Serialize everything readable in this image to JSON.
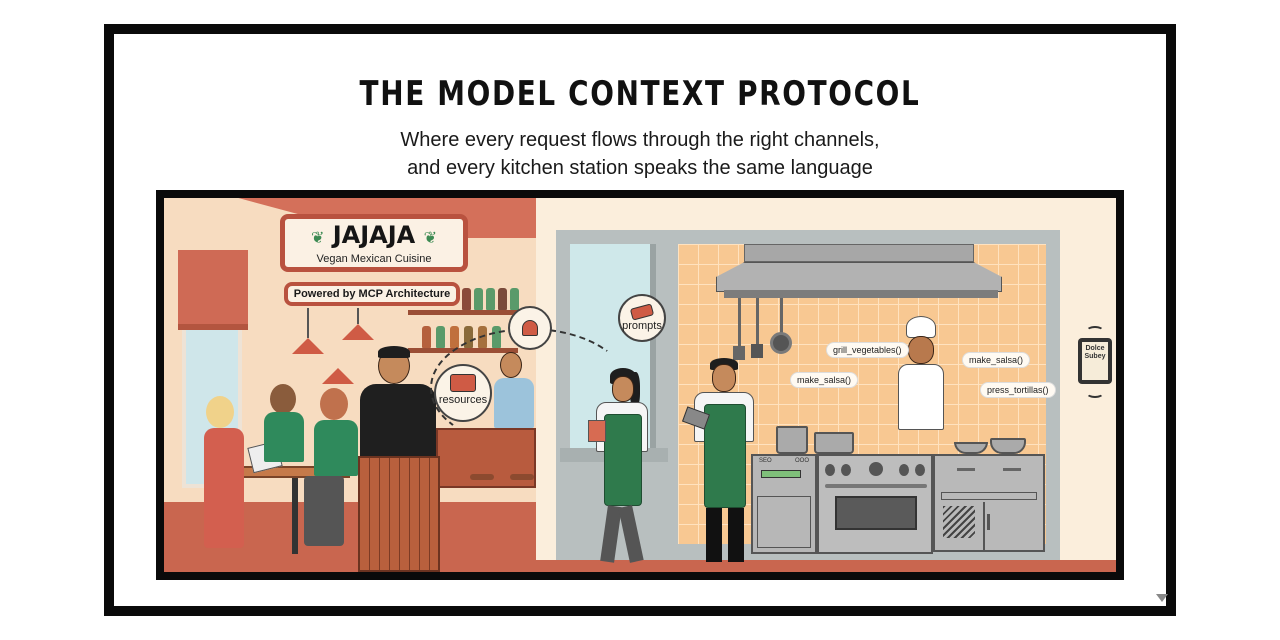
{
  "header": {
    "title": "THE MODEL CONTEXT PROTOCOL",
    "subtitle_line1": "Where every request flows through the right channels,",
    "subtitle_line2": "and every kitchen station speaks the same language"
  },
  "restaurant": {
    "sign_brand": "JAJAJA",
    "sign_tagline": "Vegan Mexican Cuisine",
    "sign_powered": "Powered by MCP Architecture",
    "leaf_glyph": "❦"
  },
  "callouts": [
    {
      "id": "resources",
      "label": "resources",
      "icon": "document-icon"
    },
    {
      "id": "tools",
      "label": "",
      "icon": "bell-icon"
    },
    {
      "id": "prompts",
      "label": "prompts",
      "icon": "ticket-icon"
    }
  ],
  "chef_bubbles": [
    {
      "label": "grill_vegetables()"
    },
    {
      "label": "make_salsa()"
    },
    {
      "label": "make_salsa()"
    },
    {
      "label": "press_tortillas()"
    }
  ],
  "tablet": {
    "line1": "Dolce",
    "line2": "Subey"
  },
  "oven": {
    "labels": [
      "SEO",
      "",
      "OOO"
    ]
  },
  "colors": {
    "frame": "#0a0a0a",
    "terracotta": "#cf5b45",
    "apron_green": "#2f7a4c",
    "tile_orange": "#f8c892",
    "wall_cream": "#fbeedc",
    "steel": "#b8b8b8"
  }
}
